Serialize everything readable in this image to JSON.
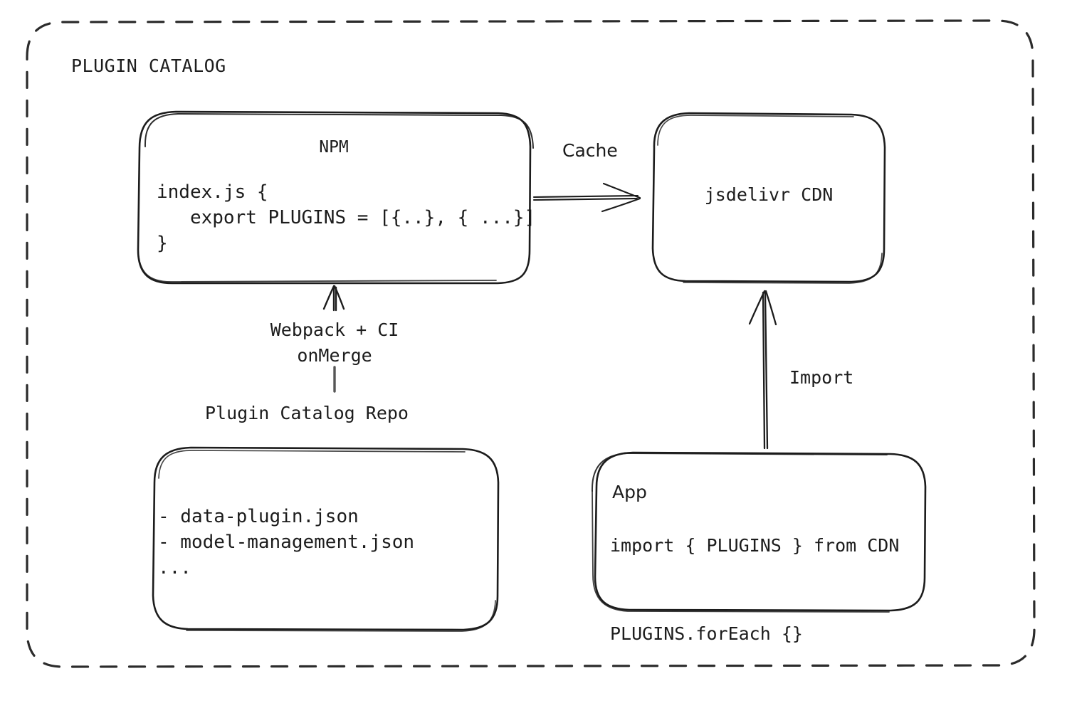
{
  "diagram": {
    "container_title": "PLUGIN CATALOG",
    "background": "#ffffff",
    "stroke": "#1c1c1c"
  },
  "nodes": {
    "npm": {
      "title": "NPM",
      "code": "index.js {\n   export PLUGINS = [{..}, { ...}]\n}"
    },
    "cdn": {
      "title": "jsdelivr CDN"
    },
    "repo": {
      "caption": "Plugin Catalog Repo",
      "items": "- data-plugin.json\n- model-management.json\n..."
    },
    "app": {
      "title": "App",
      "code": "import { PLUGINS } from CDN\n\nPLUGINS.forEach {}"
    }
  },
  "edges": {
    "npm_to_cdn": {
      "label": "Cache"
    },
    "repo_to_npm": {
      "label": "Webpack + CI\nonMerge"
    },
    "app_to_cdn": {
      "label": "Import"
    }
  }
}
